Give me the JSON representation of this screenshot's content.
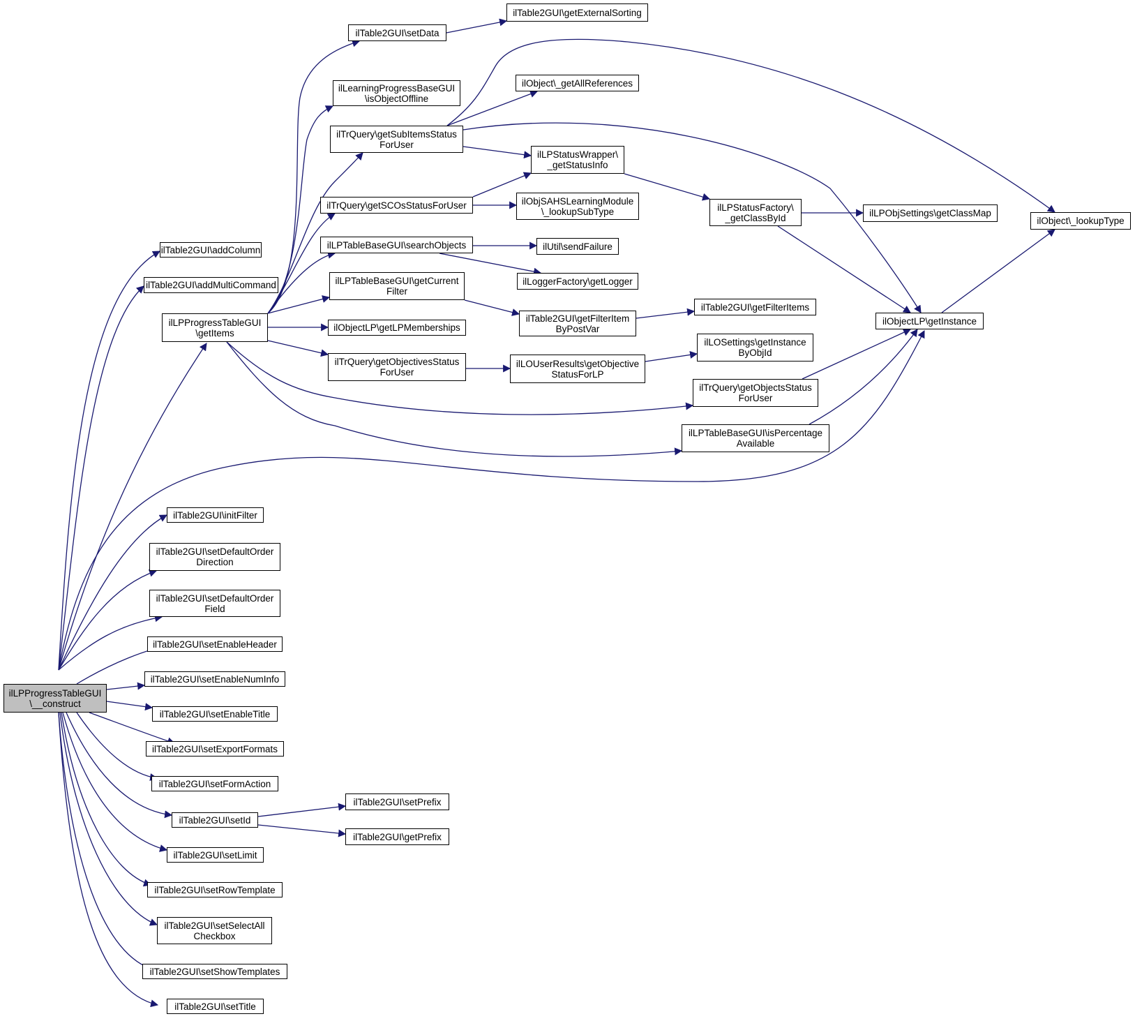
{
  "colors": {
    "edge": "#191970",
    "root_fill": "#bfbfbf",
    "node_fill": "#ffffff",
    "border": "#000000"
  },
  "nodes": {
    "root": "ilLPProgressTableGUI\n\\__construct",
    "addColumn": "ilTable2GUI\\addColumn",
    "addMultiCommand": "ilTable2GUI\\addMultiCommand",
    "getItems": "ilLPProgressTableGUI\n\\getItems",
    "initFilter": "ilTable2GUI\\initFilter",
    "setDefaultOrderDirection": "ilTable2GUI\\setDefaultOrder\nDirection",
    "setDefaultOrderField": "ilTable2GUI\\setDefaultOrder\nField",
    "setEnableHeader": "ilTable2GUI\\setEnableHeader",
    "setEnableNumInfo": "ilTable2GUI\\setEnableNumInfo",
    "setEnableTitle": "ilTable2GUI\\setEnableTitle",
    "setExportFormats": "ilTable2GUI\\setExportFormats",
    "setFormAction": "ilTable2GUI\\setFormAction",
    "setId": "ilTable2GUI\\setId",
    "setLimit": "ilTable2GUI\\setLimit",
    "setRowTemplate": "ilTable2GUI\\setRowTemplate",
    "setSelectAllCheckbox": "ilTable2GUI\\setSelectAll\nCheckbox",
    "setShowTemplates": "ilTable2GUI\\setShowTemplates",
    "setTitle": "ilTable2GUI\\setTitle",
    "setData": "ilTable2GUI\\setData",
    "isObjectOffline": "ilLearningProgressBaseGUI\n\\isObjectOffline",
    "getSubItemsStatusForUser": "ilTrQuery\\getSubItemsStatus\nForUser",
    "getSCOsStatusForUser": "ilTrQuery\\getSCOsStatusForUser",
    "searchObjects": "ilLPTableBaseGUI\\searchObjects",
    "getCurrentFilter": "ilLPTableBaseGUI\\getCurrent\nFilter",
    "getLPMemberships": "ilObjectLP\\getLPMemberships",
    "getObjectivesStatusForUser": "ilTrQuery\\getObjectivesStatus\nForUser",
    "getObjectsStatusForUser": "ilTrQuery\\getObjectsStatus\nForUser",
    "isPercentageAvailable": "ilLPTableBaseGUI\\isPercentage\nAvailable",
    "getInstance": "ilObjectLP\\getInstance",
    "getExternalSorting": "ilTable2GUI\\getExternalSorting",
    "getAllReferences": "ilObject\\_getAllReferences",
    "getStatusInfo": "ilLPStatusWrapper\\\n_getStatusInfo",
    "lookupSubType": "ilObjSAHSLearningModule\n\\_lookupSubType",
    "sendFailure": "ilUtil\\sendFailure",
    "getLogger": "ilLoggerFactory\\getLogger",
    "getFilterItemByPostVar": "ilTable2GUI\\getFilterItem\nByPostVar",
    "getObjectiveStatusForLP": "ilLOUserResults\\getObjective\nStatusForLP",
    "getClassById": "ilLPStatusFactory\\\n_getClassById",
    "getFilterItems": "ilTable2GUI\\getFilterItems",
    "getInstanceByObjId": "ilLOSettings\\getInstance\nByObjId",
    "getClassMap": "ilLPObjSettings\\getClassMap",
    "lookupType": "ilObject\\_lookupType",
    "setPrefix": "ilTable2GUI\\setPrefix",
    "getPrefix": "ilTable2GUI\\getPrefix"
  }
}
